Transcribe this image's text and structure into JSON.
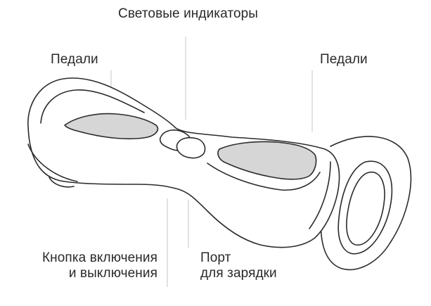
{
  "labels": {
    "indicators": "Световые индикаторы",
    "pedals_left": "Педали",
    "pedals_right": "Педали",
    "button_line1": "Кнопка включения",
    "button_line2": "и выключения",
    "port_line1": "Порт",
    "port_line2": "для зарядки"
  },
  "colors": {
    "outline": "#2b2b2b",
    "pad_fill": "#d6d6d6",
    "leader_line": "#cfcfcf",
    "text": "#2a2a2a"
  }
}
